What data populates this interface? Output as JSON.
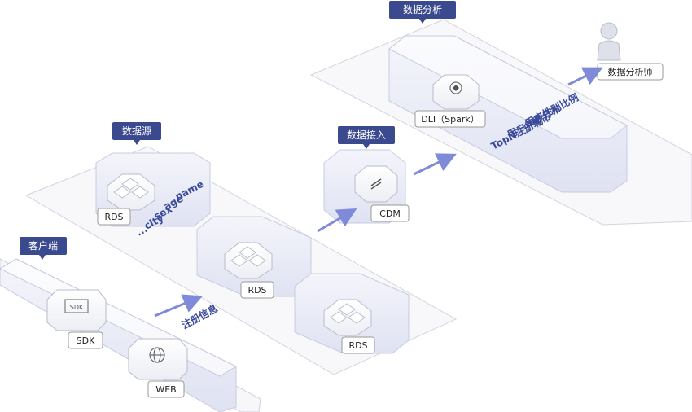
{
  "sections": {
    "client": "客户端",
    "datasource": "数据源",
    "ingest": "数据接入",
    "analysis": "数据分析"
  },
  "nodes": {
    "sdk": "SDK",
    "web": "WEB",
    "rds1": "RDS",
    "rds2": "RDS",
    "rds3": "RDS",
    "cdm": "CDM",
    "dli": "DLI（Spark）",
    "analyst": "数据分析师"
  },
  "annotations": {
    "register_info": "注册信息",
    "fields": [
      "name",
      "age",
      "sex",
      "city",
      "..."
    ],
    "analysis_items": [
      "用户性别比例",
      "用户年龄分布",
      "TopN注册城市"
    ]
  },
  "colors": {
    "tag_bg": "#3b4a8f",
    "arrow": "#7f8ad8",
    "iso_text": "#3a4a9a"
  }
}
